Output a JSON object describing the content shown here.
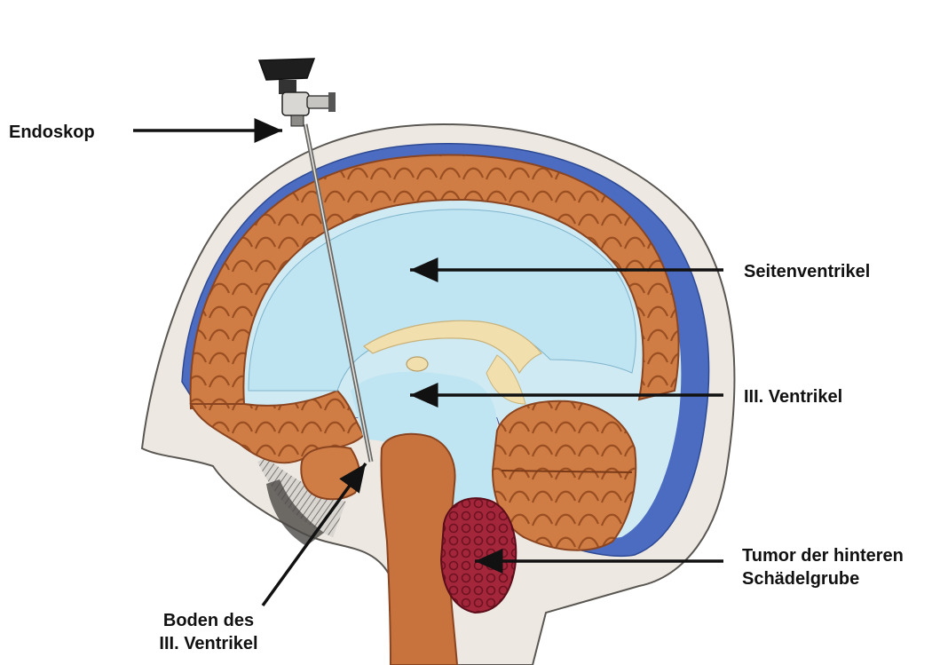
{
  "labels": {
    "endoskop": "Endoskop",
    "seitenventrikel": "Seitenventrikel",
    "third_ventricle": "III. Ventrikel",
    "tumor_line1": "Tumor der hinteren",
    "tumor_line2": "Schädelgrube",
    "boden_line1": "Boden des",
    "boden_line2": "III. Ventrikel"
  },
  "colors": {
    "skull": "#ede9e2",
    "dura": "#4b6cc0",
    "csf": "#cfeaf3",
    "brain": "#d07c45",
    "brain_dark": "#9a4f22",
    "brainstem": "#c8723e",
    "tumor": "#a3263a",
    "yellow_tissue": "#f1dfae",
    "arrow": "#111111"
  }
}
